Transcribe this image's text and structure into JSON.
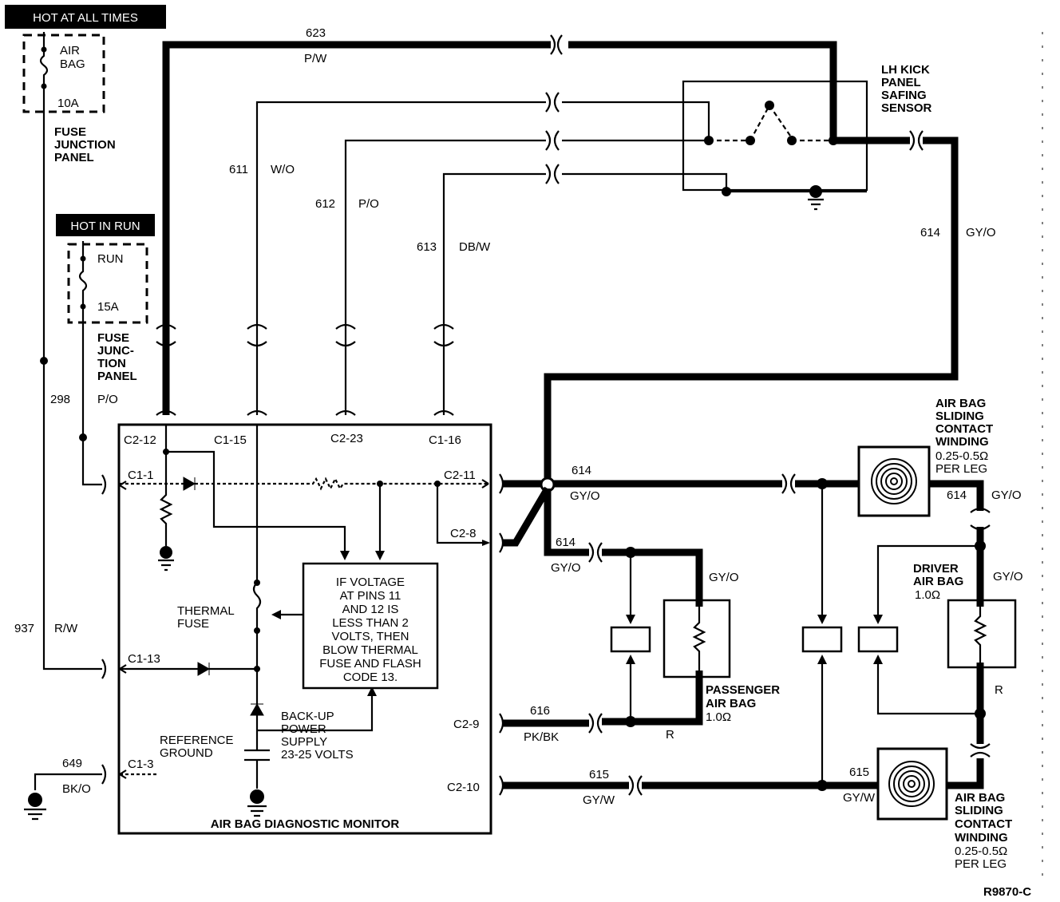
{
  "headers": {
    "hot_at_all_times": "HOT AT ALL TIMES",
    "hot_in_run": "HOT IN RUN"
  },
  "fuses": {
    "airbag_fuse": [
      "AIR",
      "BAG",
      "10A"
    ],
    "run_fuse": [
      "RUN",
      "15A"
    ],
    "fuse_junction_panel_1": [
      "FUSE",
      "JUNCTION",
      "PANEL"
    ],
    "fuse_junction_panel_2": [
      "FUSE",
      "JUNC-",
      "TION",
      "PANEL"
    ]
  },
  "sensor": {
    "label": [
      "LH KICK",
      "PANEL",
      "SAFING",
      "SENSOR"
    ]
  },
  "circuits": {
    "c623": "623",
    "c623_color": "P/W",
    "c611": "611",
    "c611_color": "W/O",
    "c612": "612",
    "c612_color": "P/O",
    "c613": "613",
    "c613_color": "DB/W",
    "c614_top": "614",
    "c614_top_color": "GY/O",
    "c298": "298",
    "c298_color": "P/O",
    "c937": "937",
    "c937_color": "R/W",
    "c649": "649",
    "c649_color": "BK/O",
    "c614_a": "614",
    "c614_a_color": "GY/O",
    "c614_b": "614",
    "c614_b_color": "GY/O",
    "c614_c": "614",
    "c614_c_color": "GY/O",
    "c616": "616",
    "c616_color": "PK/BK",
    "c615_a": "615",
    "c615_a_color": "GY/W",
    "c615_b": "615",
    "c615_b_color": "GY/W",
    "pass_gyo": "GY/O",
    "pass_r": "R",
    "driver_gyo": "GY/O",
    "driver_r": "R"
  },
  "pins": {
    "c2_12": "C2-12",
    "c1_15": "C1-15",
    "c2_23": "C2-23",
    "c1_16": "C1-16",
    "c1_1": "C1-1",
    "c2_11": "C2-11",
    "c2_8": "C2-8",
    "c1_13": "C1-13",
    "c2_9": "C2-9",
    "c1_3": "C1-3",
    "c2_10": "C2-10"
  },
  "monitor": {
    "title": "AIR BAG DIAGNOSTIC MONITOR",
    "thermal_fuse": [
      "THERMAL",
      "FUSE"
    ],
    "reference_ground": [
      "REFERENCE",
      "GROUND"
    ],
    "backup_power": [
      "BACK-UP",
      "POWER",
      "SUPPLY",
      "23-25 VOLTS"
    ],
    "note": [
      "IF VOLTAGE",
      "AT PINS 11",
      "AND 12 IS",
      "LESS THAN 2",
      "VOLTS, THEN",
      "BLOW THERMAL",
      "FUSE AND FLASH",
      "CODE 13."
    ]
  },
  "components": {
    "sliding_contact_top": [
      "AIR BAG",
      "SLIDING",
      "CONTACT",
      "WINDING",
      "0.25-0.5Ω",
      "PER LEG"
    ],
    "sliding_contact_bottom": [
      "AIR BAG",
      "SLIDING",
      "CONTACT",
      "WINDING",
      "0.25-0.5Ω",
      "PER LEG"
    ],
    "passenger_air_bag": [
      "PASSENGER",
      "AIR BAG",
      "1.0Ω"
    ],
    "driver_air_bag": [
      "DRIVER",
      "AIR BAG",
      "1.0Ω"
    ]
  },
  "figure_id": "R9870-C"
}
